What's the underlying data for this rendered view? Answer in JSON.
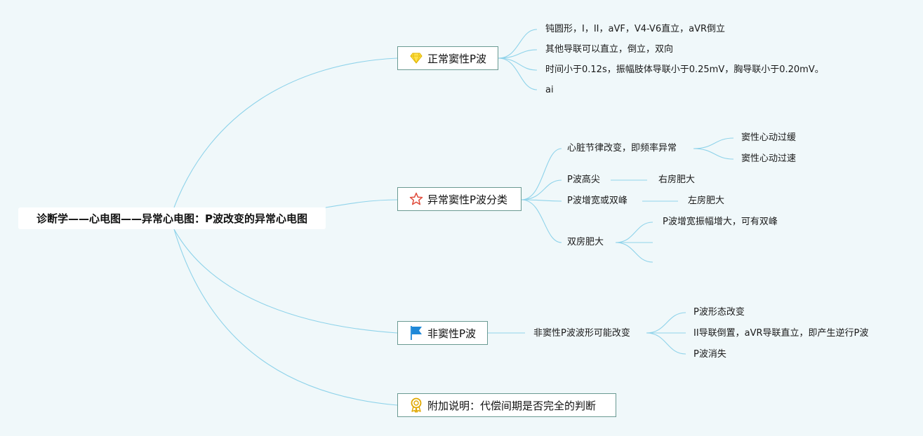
{
  "root": {
    "label": "诊断学——心电图——异常心电图：P波改变的异常心电图"
  },
  "colors": {
    "line": "#8fd3ea",
    "border": "#6a9a92",
    "background": "#f0f8fa"
  },
  "branches": [
    {
      "label": "正常窦性P波",
      "icon": "diamond-icon",
      "children": [
        {
          "label": "钝圆形，I，II，aVF，V4-V6直立，aVR倒立"
        },
        {
          "label": "其他导联可以直立，倒立，双向"
        },
        {
          "label": "时间小于0.12s，振幅肢体导联小于0.25mV，胸导联小于0.20mV。"
        },
        {
          "label": "ai"
        }
      ]
    },
    {
      "label": "异常窦性P波分类",
      "icon": "star-icon",
      "children": [
        {
          "label": "心脏节律改变，即频率异常",
          "children": [
            {
              "label": "窦性心动过缓"
            },
            {
              "label": "窦性心动过速"
            }
          ]
        },
        {
          "label": "P波高尖",
          "children": [
            {
              "label": "右房肥大"
            }
          ]
        },
        {
          "label": "P波增宽或双峰",
          "children": [
            {
              "label": "左房肥大"
            }
          ]
        },
        {
          "label": "双房肥大",
          "children": [
            {
              "label": "P波增宽振幅增大，可有双峰"
            },
            {
              "label": ""
            },
            {
              "label": ""
            }
          ]
        }
      ]
    },
    {
      "label": "非窦性P波",
      "icon": "flag-icon",
      "children": [
        {
          "label": "非窦性P波波形可能改变",
          "children": [
            {
              "label": "P波形态改变"
            },
            {
              "label": "II导联倒置，aVR导联直立，即产生逆行P波"
            },
            {
              "label": "P波消失"
            }
          ]
        }
      ]
    },
    {
      "label": "附加说明：代偿间期是否完全的判断",
      "icon": "award-icon",
      "children": []
    }
  ]
}
